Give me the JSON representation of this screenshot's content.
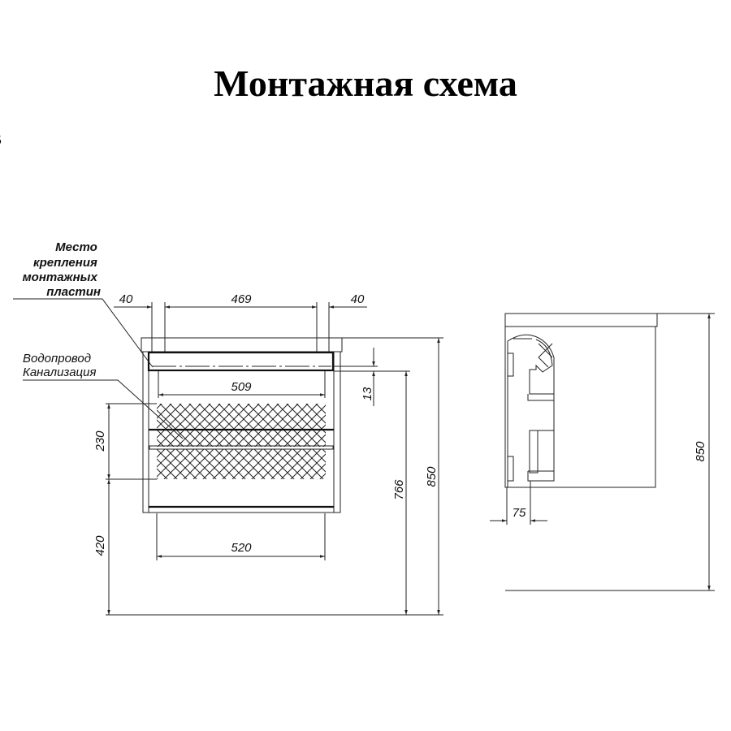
{
  "title": "Монтажная схема",
  "corner_fragment": "в",
  "front_view": {
    "label_mounting": [
      "Место",
      "крепления",
      "монтажных",
      "пластин"
    ],
    "label_pipes": [
      "Водопровод",
      "Канализация"
    ],
    "dims": {
      "left_offset": "40",
      "plates_span": "469",
      "right_offset": "40",
      "inner_width": "509",
      "plate_height": "13",
      "pipe_zone": "230",
      "pipe_height": "420",
      "bottom_width": "520",
      "plate_level": "766",
      "total_height": "850"
    }
  },
  "side_view": {
    "dims": {
      "depth_offset": "75",
      "total_height": "850"
    }
  }
}
